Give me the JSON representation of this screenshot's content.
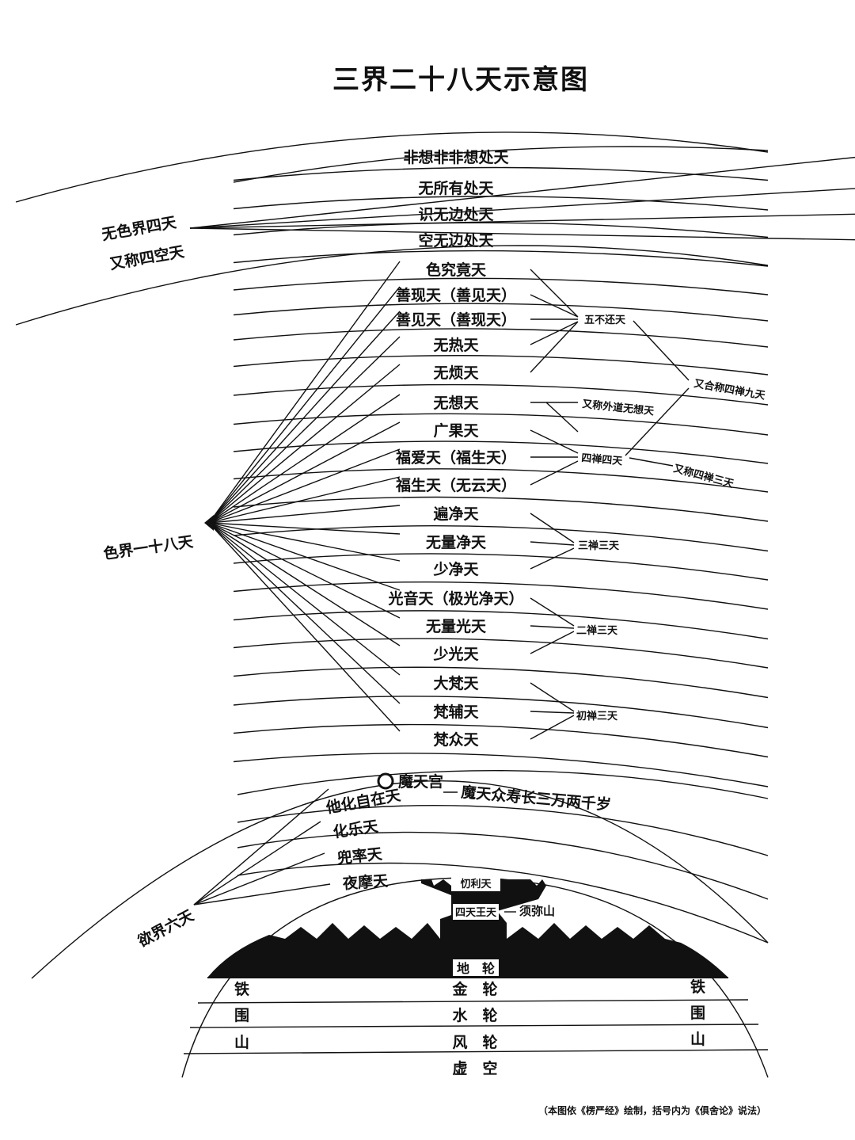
{
  "title": "三界二十八天示意图",
  "formless_realm": {
    "label": "无色界四天",
    "alt_label": "又称四空天",
    "heavens": [
      "非想非非想处天",
      "无所有处天",
      "识无边处天",
      "空无边处天"
    ]
  },
  "form_realm": {
    "label": "色界一十八天",
    "heavens": [
      "色究竟天",
      "善现天（善见天）",
      "善见天（善现天）",
      "无热天",
      "无烦天",
      "无想天",
      "广果天",
      "福爱天（福生天）",
      "福生天（无云天）",
      "遍净天",
      "无量净天",
      "少净天",
      "光音天（极光净天）",
      "无量光天",
      "少光天",
      "大梵天",
      "梵辅天",
      "梵众天"
    ],
    "groups": {
      "five_pure": "五不还天",
      "non_buddhist": "又称外道无想天",
      "fourth_four": "四禅四天",
      "fourth_nine": "又合称四禅九天",
      "fourth_three": "又称四禅三天",
      "third": "三禅三天",
      "second": "二禅三天",
      "first": "初禅三天"
    }
  },
  "mara": {
    "palace": "魔天宫",
    "lifespan": "魔天众寿长三万两千岁"
  },
  "desire_realm": {
    "label": "欲界六天",
    "heavens": [
      "他化自在天",
      "化乐天",
      "兜率天",
      "夜摩天"
    ]
  },
  "sumeru": {
    "trayastrimsa": "忉利天",
    "four_kings": "四天王天",
    "mountain": "须弥山"
  },
  "layers": {
    "earth": "地　轮",
    "gold": "金　轮",
    "water": "水　轮",
    "wind": "风　轮",
    "void": "虚　空"
  },
  "iron_mountains": {
    "left": [
      "铁",
      "围",
      "山"
    ],
    "right": [
      "铁",
      "围",
      "山"
    ]
  },
  "footnote": "（本图依《楞严经》绘制，括号内为《俱舍论》说法）"
}
